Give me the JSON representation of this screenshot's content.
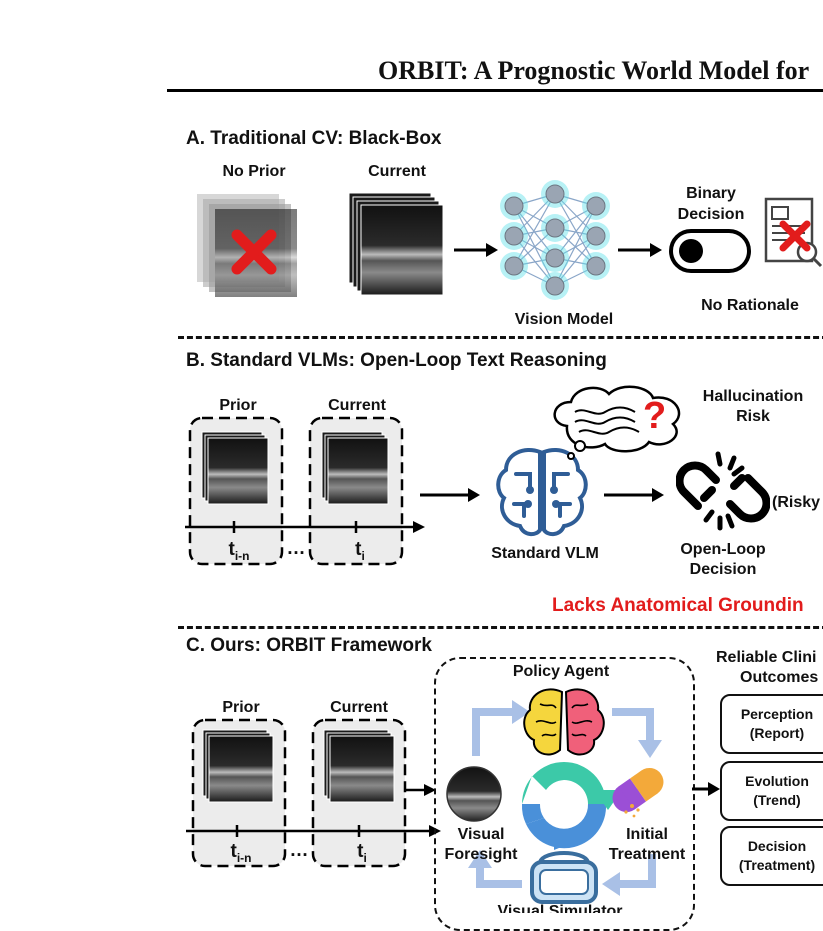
{
  "header": {
    "title": "ORBIT: A Prognostic World Model for"
  },
  "sectionA": {
    "heading": "A. Traditional CV: Black-Box",
    "no_prior": "No Prior",
    "current": "Current",
    "vision_model": "Vision Model",
    "binary_decision_1": "Binary",
    "binary_decision_2": "Decision",
    "no_rationale": "No Rationale"
  },
  "sectionB": {
    "heading": "B. Standard VLMs: Open-Loop Text Reasoning",
    "prior": "Prior",
    "current": "Current",
    "t_prev": "t",
    "t_prev_sub": "i-n",
    "ellipsis": "…",
    "t_cur": "t",
    "t_cur_sub": "i",
    "standard_vlm": "Standard VLM",
    "hallucination_1": "Hallucination",
    "hallucination_2": "Risk",
    "open_loop_1": "Open-Loop",
    "open_loop_2": "Decision",
    "risky": "(Risky",
    "lacks": "Lacks Anatomical Groundin"
  },
  "sectionC": {
    "heading": "C. Ours: ORBIT Framework",
    "prior": "Prior",
    "current": "Current",
    "t_prev": "t",
    "t_prev_sub": "i-n",
    "ellipsis": "…",
    "t_cur": "t",
    "t_cur_sub": "i",
    "policy_agent": "Policy Agent",
    "visual_foresight_1": "Visual",
    "visual_foresight_2": "Foresight",
    "initial_treatment_1": "Initial",
    "initial_treatment_2": "Treatment",
    "visual_simulator": "Visual Simulator",
    "reliable_1": "Reliable Clini",
    "reliable_2": "Outcomes",
    "out1_a": "Perception",
    "out1_b": "(Report)",
    "out2_a": "Evolution",
    "out2_b": "(Trend)",
    "out3_a": "Decision",
    "out3_b": "(Treatment)"
  },
  "colors": {
    "red": "#e21c1c",
    "glow": "#5fe0e8",
    "node": "#9aa5b3",
    "teal": "#3cc9a8",
    "blue": "#4a90d9",
    "purple": "#9b4fd6",
    "orange": "#f3a93a",
    "arrow_light": "#a9c0e6"
  }
}
